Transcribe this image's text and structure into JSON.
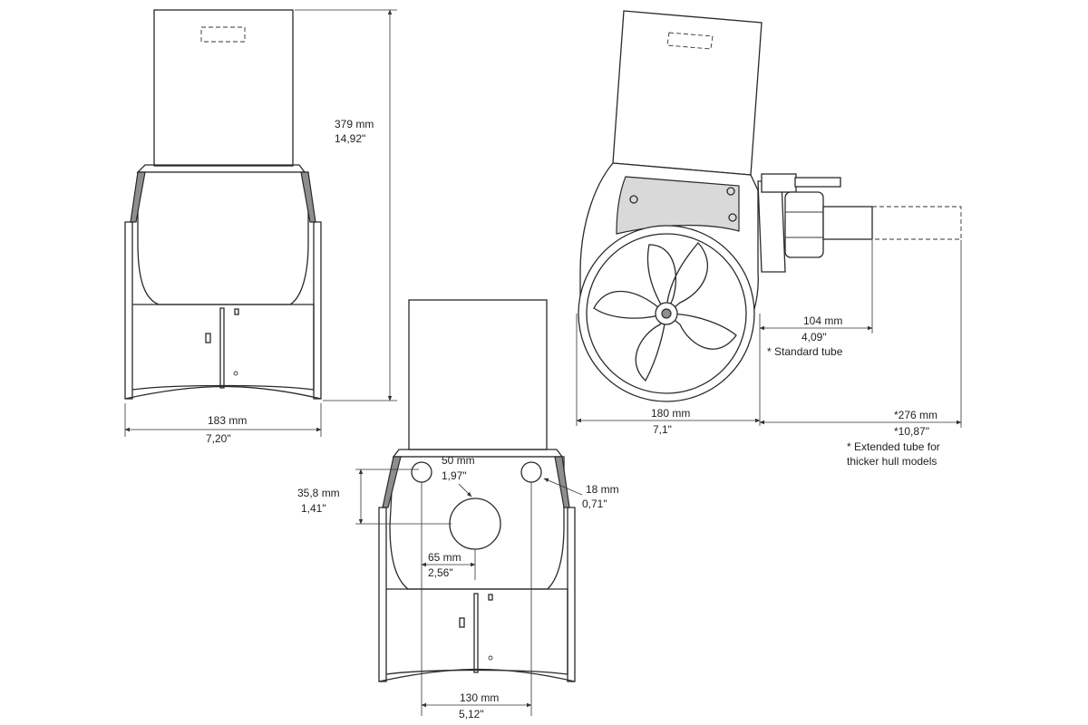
{
  "colors": {
    "line": "#2a2a2a",
    "panel_fill": "#d9d9d9",
    "dark_fill": "#8e8e8e",
    "background": "#ffffff"
  },
  "front_view": {
    "height": {
      "mm": "379 mm",
      "inch": "14,92\""
    },
    "width": {
      "mm": "183 mm",
      "inch": "7,20\""
    }
  },
  "side_view": {
    "diameter": {
      "mm": "180 mm",
      "inch": "7,1\""
    },
    "standard_tube": {
      "mm": "104 mm",
      "inch": "4,09\"",
      "note": "* Standard tube"
    },
    "extended_tube": {
      "mm": "*276 mm",
      "inch": "*10,87\"",
      "note_line1": "* Extended tube for",
      "note_line2": "thicker hull models"
    }
  },
  "hole_view": {
    "center_hole": {
      "mm": "50 mm",
      "inch": "1,97\""
    },
    "hole_height": {
      "mm": "35,8 mm",
      "inch": "1,41\""
    },
    "side_hole": {
      "mm": "18 mm",
      "inch": "0,71\""
    },
    "center_offset": {
      "mm": "65 mm",
      "inch": "2,56\""
    },
    "hole_spacing": {
      "mm": "130 mm",
      "inch": "5,12\""
    }
  }
}
